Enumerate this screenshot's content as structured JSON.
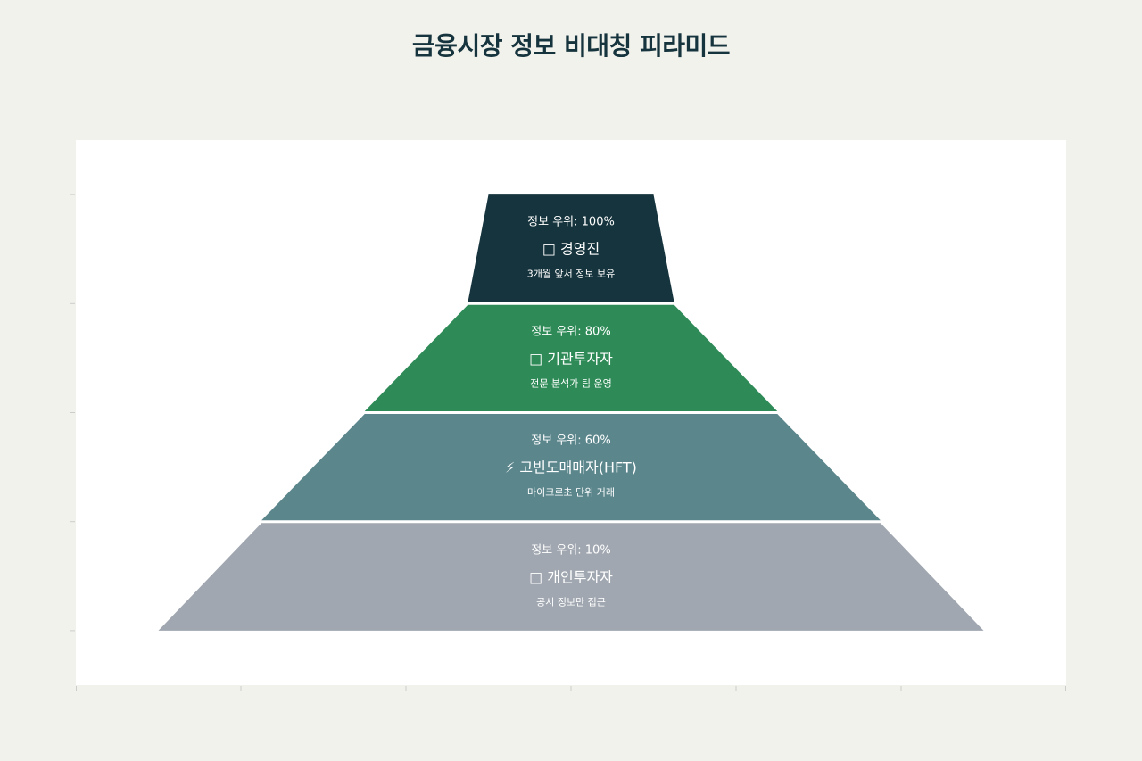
{
  "title": "금융시장 정보 비대칭 피라미드",
  "chart_data": {
    "type": "funnel",
    "title": "금융시장 정보 비대칭 피라미드",
    "xlim": [
      0,
      6
    ],
    "ylim": [
      0,
      5
    ],
    "grid": false,
    "levels": [
      {
        "rank": 1,
        "advantage_text": "정보 우위: 100%",
        "advantage": 100,
        "icon": "crown-icon",
        "name": "□ 경영진",
        "desc": "3개월 앞서 정보 보유",
        "color": "#16343d",
        "top_width": 1.0,
        "bottom_width": 1.25
      },
      {
        "rank": 2,
        "advantage_text": "정보 우위: 80%",
        "advantage": 80,
        "icon": "building-icon",
        "name": "□ 기관투자자",
        "desc": "전문 분석가 팀 운영",
        "color": "#2e8b57",
        "top_width": 1.25,
        "bottom_width": 2.5
      },
      {
        "rank": 3,
        "advantage_text": "정보 우위: 60%",
        "advantage": 60,
        "icon": "lightning-icon",
        "name": "⚡ 고빈도매매자(HFT)",
        "desc": "마이크로초 단위 거래",
        "color": "#5b868c",
        "top_width": 2.5,
        "bottom_width": 3.75
      },
      {
        "rank": 4,
        "advantage_text": "정보 우위: 10%",
        "advantage": 10,
        "icon": "person-icon",
        "name": "□ 개인투자자",
        "desc": "공시 정보만 접근",
        "color": "#a0a7b0",
        "top_width": 3.75,
        "bottom_width": 5.0
      }
    ]
  }
}
